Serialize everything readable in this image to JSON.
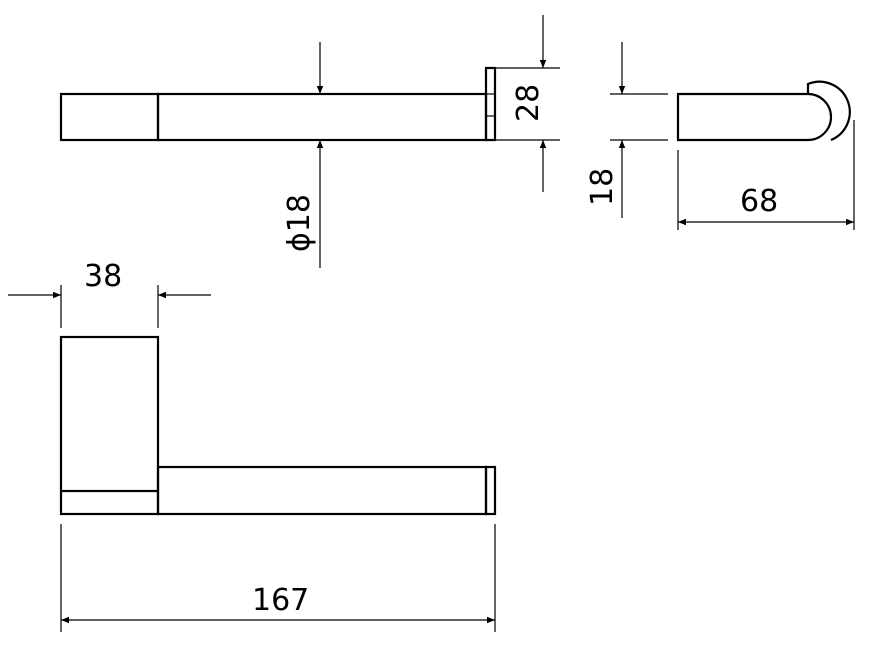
{
  "dimensions": {
    "diameter_label": "ϕ18",
    "thickness_28_label": "28",
    "thickness_18_label": "18",
    "depth_68_label": "68",
    "width_38_label": "38",
    "length_167_label": "167"
  }
}
